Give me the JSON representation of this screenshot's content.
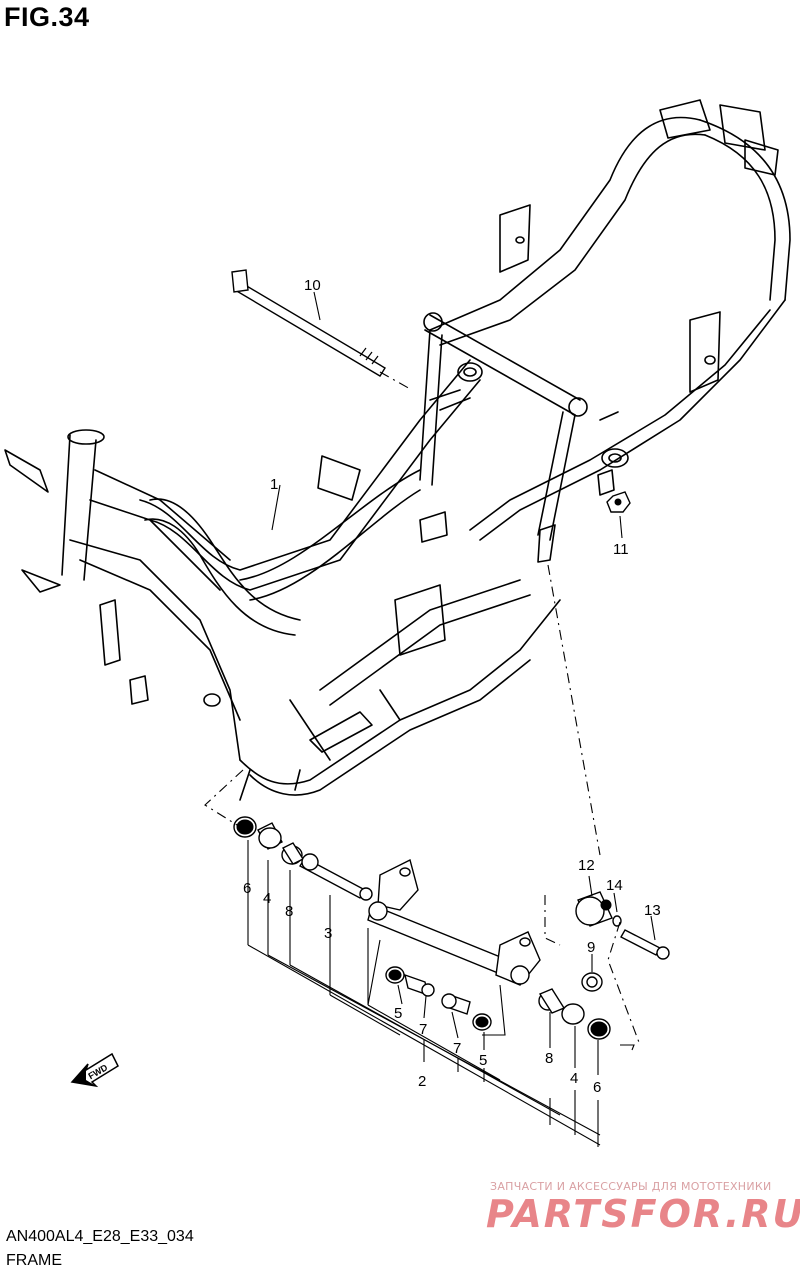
{
  "figure": {
    "title": "FIG.34",
    "model_code": "AN400AL4_E28_E33_034",
    "caption": "FRAME"
  },
  "callouts": {
    "c1": "1",
    "c2": "2",
    "c3": "3",
    "c4a": "4",
    "c4b": "4",
    "c5a": "5",
    "c5b": "5",
    "c6a": "6",
    "c6b": "6",
    "c7a": "7",
    "c7b": "7",
    "c8a": "8",
    "c8b": "8",
    "c9": "9",
    "c10": "10",
    "c11": "11",
    "c12": "12",
    "c13": "13",
    "c14": "14"
  },
  "fwd_label": "FWD",
  "watermark": {
    "tagline": "ЗАПЧАСТИ И АКСЕССУАРЫ ДЛЯ МОТОТЕХНИКИ",
    "logo": "PARTSFOR.RU",
    "color": "#e88589"
  }
}
